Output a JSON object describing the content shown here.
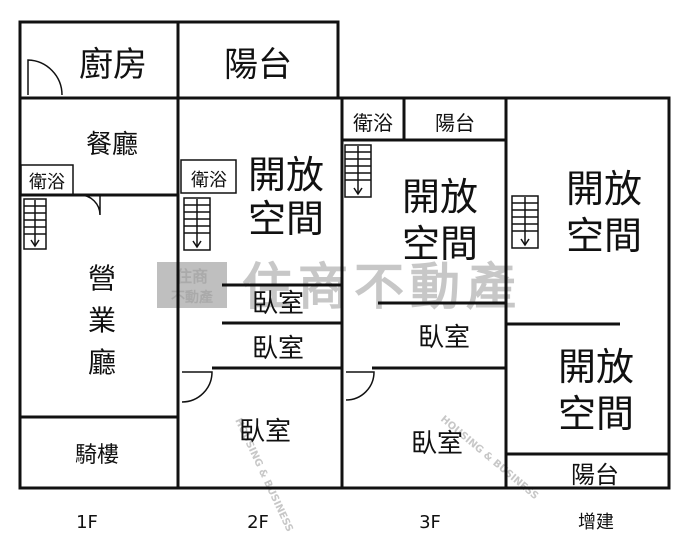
{
  "floors": {
    "f1": "1F",
    "f2": "2F",
    "f3": "3F",
    "ext": "增建"
  },
  "rooms": {
    "kitchen": "廚房",
    "balcony_top": "陽台",
    "dining": "餐廳",
    "bath_1f": "衛浴",
    "business_hall": [
      "營",
      "業",
      "廳"
    ],
    "arcade": "騎樓",
    "bath_2f": "衛浴",
    "open_2f": [
      "開放",
      "空間"
    ],
    "bedroom_2f_a": "臥室",
    "bedroom_2f_b": "臥室",
    "bedroom_2f_c": "臥室",
    "bath_3f": "衛浴",
    "balcony_3f": "陽台",
    "open_3f": [
      "開放",
      "空間"
    ],
    "bedroom_3f_a": "臥室",
    "bedroom_3f_b": "臥室",
    "open_ext_a": [
      "開放",
      "空間"
    ],
    "open_ext_b": [
      "開放",
      "空間"
    ],
    "balcony_ext": "陽台"
  },
  "watermark": {
    "logo_top": "住商",
    "logo_bottom": "不動產",
    "brand": "住商不動產",
    "en": "HOUSING & BUSINESS"
  }
}
